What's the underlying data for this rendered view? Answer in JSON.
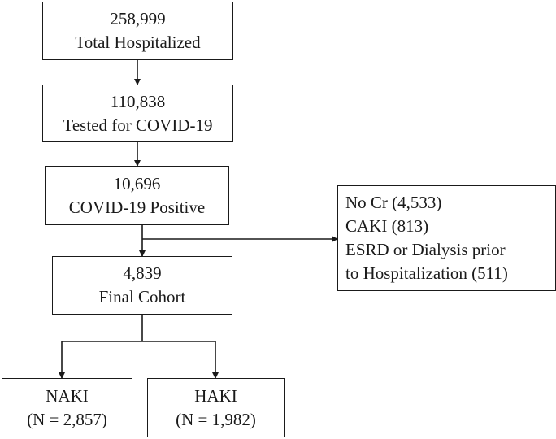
{
  "flowchart": {
    "total": {
      "count": "258,999",
      "label": "Total Hospitalized"
    },
    "tested": {
      "count": "110,838",
      "label": "Tested for COVID-19"
    },
    "positive": {
      "count": "10,696",
      "label": "COVID-19 Positive"
    },
    "excluded": {
      "lines": [
        "No Cr (4,533)",
        "CAKI (813)",
        "ESRD or Dialysis prior",
        "to Hospitalization (511)"
      ]
    },
    "final": {
      "count": "4,839",
      "label": "Final Cohort"
    },
    "naki": {
      "label": "NAKI",
      "n": "(N = 2,857)"
    },
    "haki": {
      "label": "HAKI",
      "n": "(N = 1,982)"
    }
  },
  "colors": {
    "stroke": "#1a1a1a",
    "background": "#ffffff"
  }
}
